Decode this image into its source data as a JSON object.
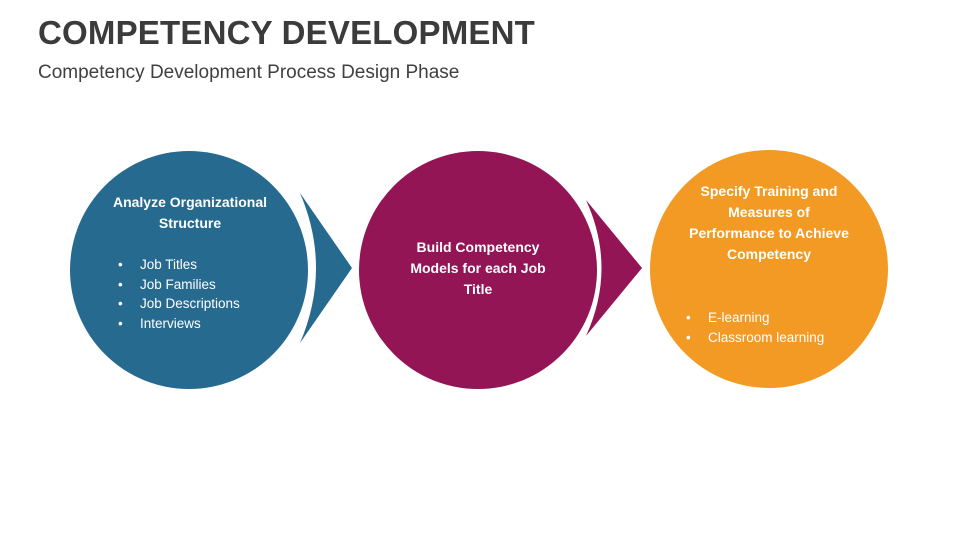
{
  "header": {
    "title": "COMPETENCY DEVELOPMENT",
    "subtitle": "Competency Development Process Design Phase"
  },
  "colors": {
    "step1": "#276a8f",
    "step2": "#931555",
    "step3": "#f29a24"
  },
  "steps": [
    {
      "title": "Analyze Organizational Structure",
      "bullets": [
        "Job Titles",
        "Job Families",
        "Job Descriptions",
        "Interviews"
      ]
    },
    {
      "title": "Build Competency Models for each Job Title",
      "bullets": []
    },
    {
      "title": "Specify Training and Measures of Performance to Achieve Competency",
      "bullets": [
        "E-learning",
        "Classroom learning"
      ]
    }
  ]
}
